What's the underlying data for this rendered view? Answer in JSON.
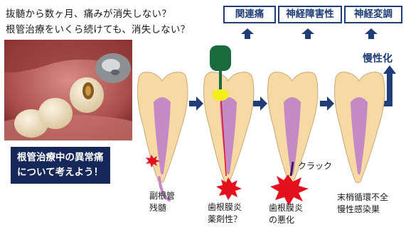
{
  "header": {
    "line1": "抜髄から数ヶ月、痛みが消失しない？",
    "line2": "根管治療をいくら続けても、消失しない？"
  },
  "conditions": [
    "関連痛",
    "神経障害性",
    "神経変調"
  ],
  "chronic_label": "慢性化",
  "callout": {
    "line1": "根管治療中の異常痛",
    "line2": "について考えよう！"
  },
  "stages": [
    {
      "caption_1": "副根管",
      "caption_2": "残髄"
    },
    {
      "caption_1": "歯根膜炎",
      "caption_2": "薬剤性？"
    },
    {
      "caption_1": "歯根膜炎",
      "caption_2": "の悪化"
    },
    {
      "caption_1": "末梢循環不全",
      "caption_2": "慢性感染巣"
    }
  ],
  "crack_label": "クラック",
  "colors": {
    "tooth": "#f7d9a3",
    "tooth_edge": "#c9a877",
    "pulp": "#c48ac6",
    "arrow": "#1f3e78",
    "burst": "#e3101e",
    "instrument": "#1a6b3c",
    "medicament": "#f2ef1d"
  }
}
